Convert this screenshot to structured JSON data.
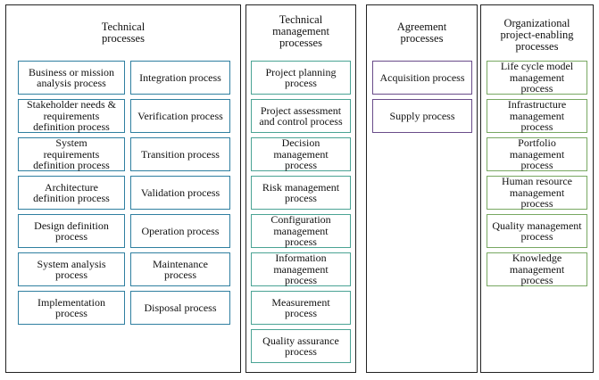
{
  "groups": {
    "technical": {
      "title": "Technical\nprocesses",
      "left_column": [
        "Business or mission\nanalysis process",
        "Stakeholder needs &\nrequirements\ndefinition process",
        "System\nrequirements\ndefinition process",
        "Architecture\ndefinition process",
        "Design definition\nprocess",
        "System analysis\nprocess",
        "Implementation\nprocess"
      ],
      "right_column": [
        "Integration process",
        "Verification process",
        "Transition process",
        "Validation process",
        "Operation process",
        "Maintenance\nprocess",
        "Disposal process"
      ]
    },
    "management": {
      "title": "Technical\nmanagement\nprocesses",
      "items": [
        "Project planning\nprocess",
        "Project assessment\nand control process",
        "Decision\nmanagement\nprocess",
        "Risk management\nprocess",
        "Configuration\nmanagement\nprocess",
        "Information\nmanagement\nprocess",
        "Measurement\nprocess",
        "Quality assurance\nprocess"
      ]
    },
    "agreement": {
      "title": "Agreement\nprocesses",
      "items": [
        "Acquisition process",
        "Supply process"
      ]
    },
    "organizational": {
      "title": "Organizational\nproject-enabling\nprocesses",
      "items": [
        "Life cycle model\nmanagement\nprocess",
        "Infrastructure\nmanagement\nprocess",
        "Portfolio\nmanagement\nprocess",
        "Human resource\nmanagement\nprocess",
        "Quality management\nprocess",
        "Knowledge\nmanagement\nprocess"
      ]
    }
  },
  "colors": {
    "technical_border": "#2f7fa0",
    "management_border": "#4aa394",
    "agreement_border": "#6a4c8a",
    "organizational_border": "#78a862",
    "group_border": "#222222"
  }
}
